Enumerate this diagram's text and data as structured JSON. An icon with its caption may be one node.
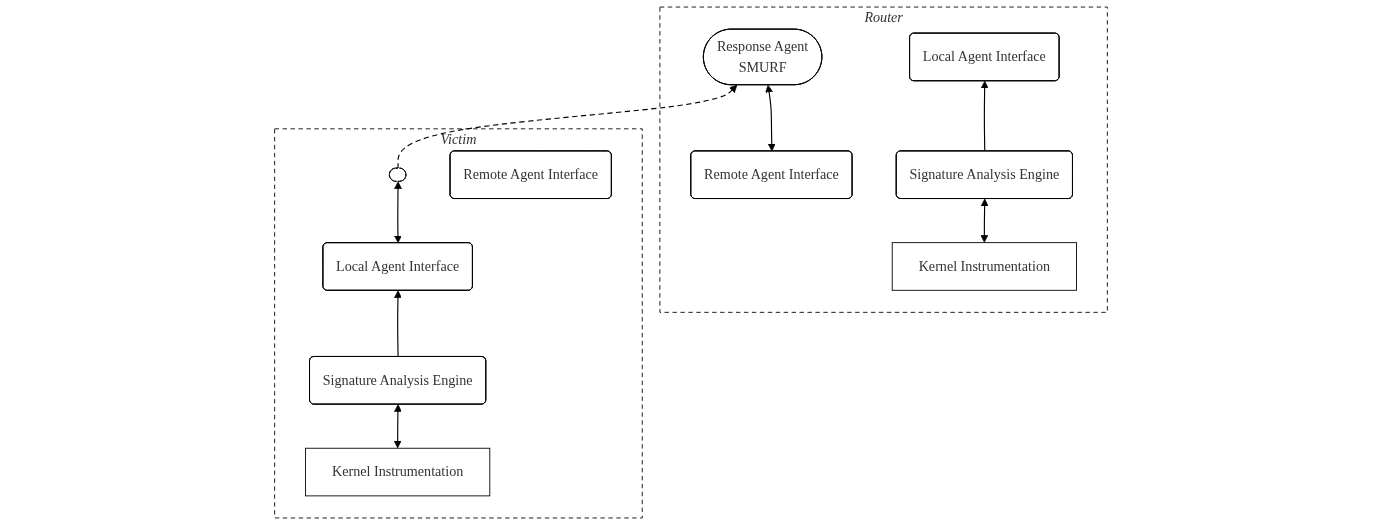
{
  "diagram": {
    "nodes": [
      {
        "text": [
          "Router"
        ]
      },
      {
        "text": [
          "Response Agent",
          "SMURF"
        ],
        "in": 0
      },
      {
        "text": [
          "Local Agent Interface"
        ],
        "in": 0
      },
      {
        "text": [
          "Remote Agent Interface"
        ],
        "in": 0
      },
      {
        "text": [
          "Signature Analysis Engine"
        ],
        "in": 0
      },
      {
        "text": [
          "Kernel Instrumentation"
        ],
        "in": 0
      },
      {
        "text": [
          "Victim"
        ]
      },
      {
        "text": [],
        "shape": "ellipse",
        "in": 6
      },
      {
        "text": [
          "Local Agent Interface"
        ],
        "in": 6
      },
      {
        "text": [
          "Remote Agent Interface"
        ],
        "in": 6
      },
      {
        "text": [
          "Signature Analysis Engine"
        ],
        "in": 6
      },
      {
        "text": [
          "Kernel Instrumentation"
        ],
        "in": 6
      }
    ],
    "edges": [
      {
        "from": 1,
        "to": 3,
        "arrow": "both"
      },
      {
        "from": 4,
        "to": 2,
        "arrow": "to"
      },
      {
        "from": 4,
        "to": 5,
        "arrow": "both"
      },
      {
        "from": 7,
        "to": 8,
        "arrow": "both"
      },
      {
        "from": 10,
        "to": 8,
        "arrow": "to"
      },
      {
        "from": 10,
        "to": 11,
        "arrow": "both"
      },
      {
        "from": 7,
        "to": 1,
        "arrow": "to",
        "style": "dashed"
      }
    ]
  }
}
